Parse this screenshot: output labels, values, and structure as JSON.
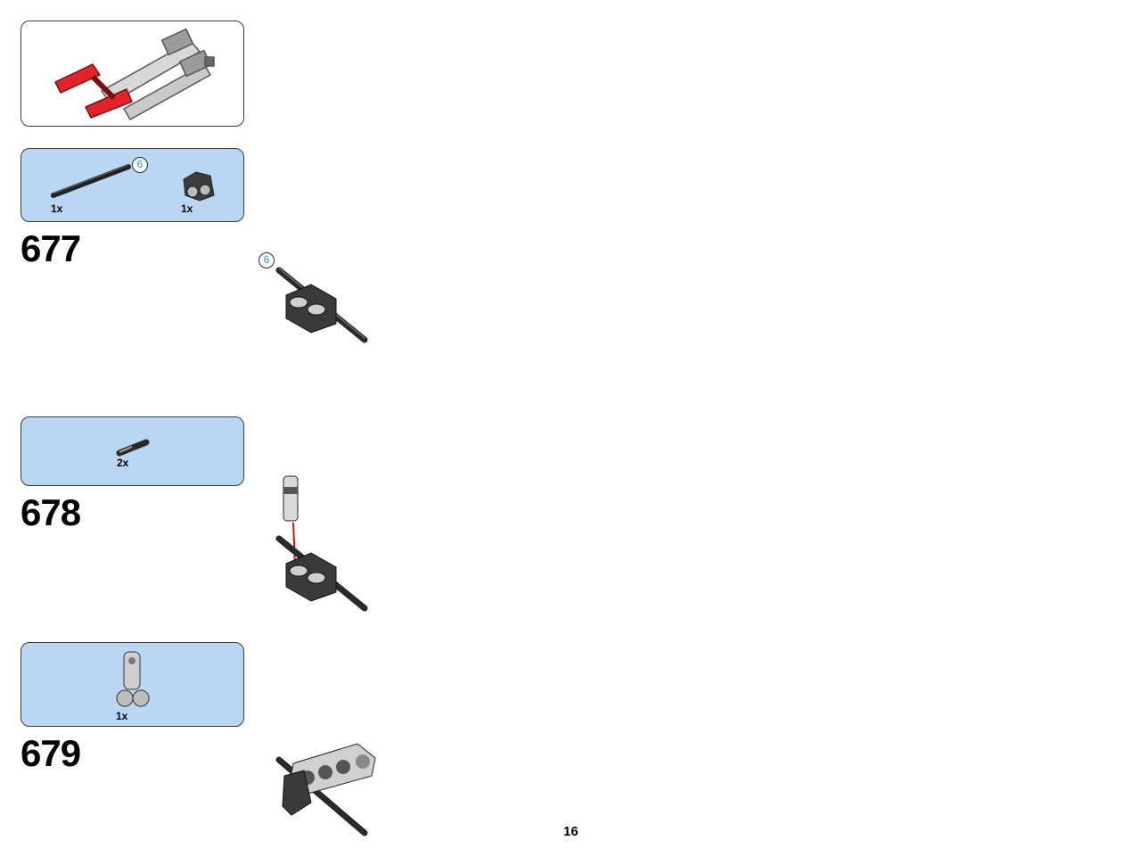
{
  "page_number": "16",
  "colors": {
    "parts_panel": "#b9d6f2",
    "callout_text": "#1e9ad6",
    "arrow": "#d01414"
  },
  "steps": [
    {
      "number": "677",
      "parts": [
        {
          "qty": "1x",
          "icon": "axle-part-icon",
          "callout": "6"
        },
        {
          "qty": "1x",
          "icon": "axle-connector-part-icon"
        }
      ],
      "assembly_callout": "6"
    },
    {
      "number": "678",
      "parts": [
        {
          "qty": "2x",
          "icon": "connector-pin-part-icon"
        }
      ]
    },
    {
      "number": "679",
      "parts": [
        {
          "qty": "1x",
          "icon": "beam-connector-part-icon"
        }
      ]
    }
  ]
}
